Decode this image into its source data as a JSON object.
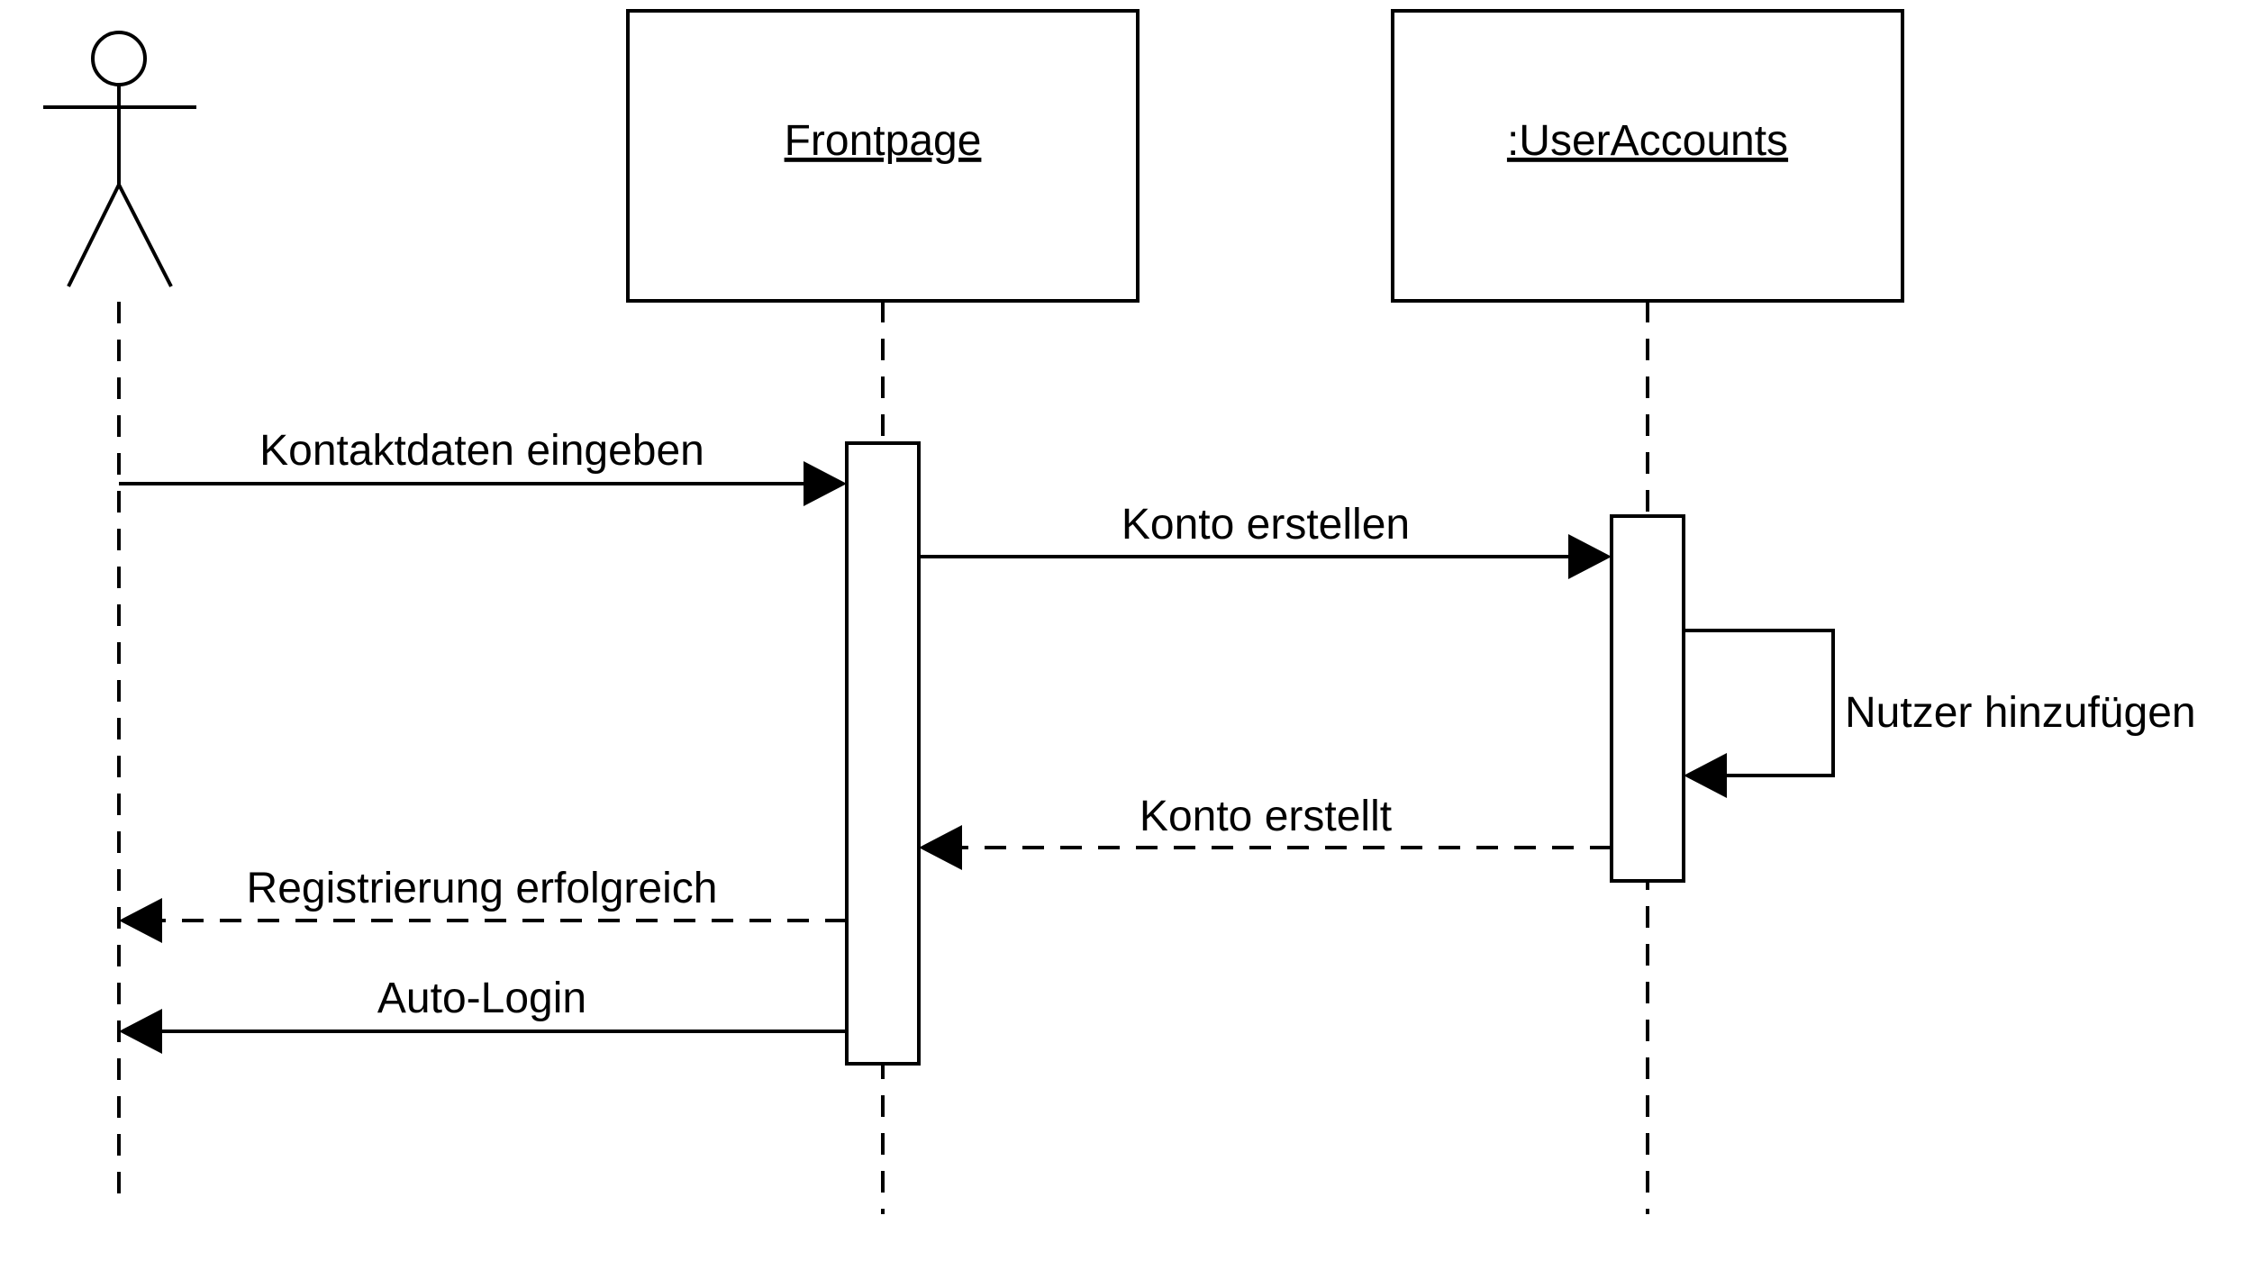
{
  "diagram": {
    "participants": {
      "actor": {
        "name": ""
      },
      "frontpage": {
        "name": "Frontpage"
      },
      "user_accounts": {
        "name": ":UserAccounts"
      }
    },
    "messages": {
      "kontaktdaten": {
        "label": "Kontaktdaten eingeben",
        "style": "solid",
        "from": "actor",
        "to": "frontpage"
      },
      "konto_erstellen": {
        "label": "Konto erstellen",
        "style": "solid",
        "from": "frontpage",
        "to": "user_accounts"
      },
      "nutzer_hinzufuegen": {
        "label": "Nutzer hinzufügen",
        "style": "solid",
        "from": "user_accounts",
        "to": "user_accounts"
      },
      "konto_erstellt": {
        "label": "Konto erstellt",
        "style": "dashed",
        "from": "user_accounts",
        "to": "frontpage"
      },
      "registrierung": {
        "label": "Registrierung erfolgreich",
        "style": "dashed",
        "from": "frontpage",
        "to": "actor"
      },
      "auto_login": {
        "label": "Auto-Login",
        "style": "solid",
        "from": "frontpage",
        "to": "actor"
      }
    },
    "colors": {
      "line": "#000000",
      "background": "#ffffff"
    }
  }
}
